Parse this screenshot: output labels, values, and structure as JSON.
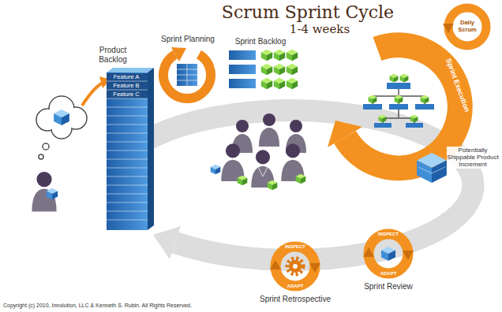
{
  "diagram": {
    "title": "Scrum Sprint Cycle",
    "labels": [
      "1-4 weeks",
      "Product Backlog",
      "Feature A",
      "Feature B",
      "Feature C",
      "Sprint Planning",
      "Sprint Backlog",
      "Daily Scrum",
      "Sprint Execution",
      "Potentially Shippable Product Increment",
      "INSPECT",
      "ADAPT",
      "Sprint Review",
      "INSPECT",
      "ADAPT",
      "Sprint Retrospective",
      "Copyright (c) 2010, Innolution, LLC & Kenneth S. Rubin. All Rights Reserved."
    ]
  }
}
